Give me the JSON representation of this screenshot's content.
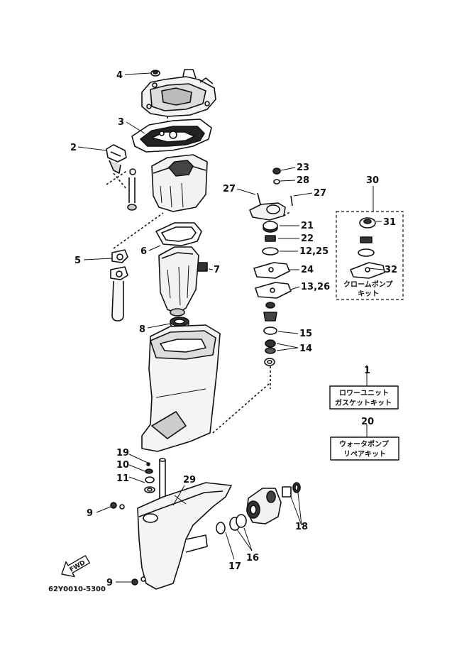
{
  "diagram": {
    "callouts": {
      "c1": "1",
      "c2": "2",
      "c3": "3",
      "c4": "4",
      "c5": "5",
      "c6": "6",
      "c7": "7",
      "c8": "8",
      "c9a": "9",
      "c9b": "9",
      "c10": "10",
      "c11": "11",
      "c1225": "12,25",
      "c1326": "13,26",
      "c14": "14",
      "c15": "15",
      "c16": "16",
      "c17": "17",
      "c18": "18",
      "c19": "19",
      "c20": "20",
      "c21": "21",
      "c22": "22",
      "c23": "23",
      "c24": "24",
      "c27a": "27",
      "c27b": "27",
      "c28": "28",
      "c29": "29",
      "c30": "30",
      "c31": "31",
      "c32": "32"
    },
    "kits": {
      "chrome_pump": {
        "line1": "クロームポンプ",
        "line2": "キット"
      },
      "lower_unit_gasket": {
        "line1": "ロワーユニット",
        "line2": "ガスケットキット"
      },
      "water_pump_repair": {
        "line1": "ウォータポンプ",
        "line2": "リペアキット"
      }
    },
    "fwd_label": "FWD",
    "drawing_code": "62Y0010-5300"
  }
}
